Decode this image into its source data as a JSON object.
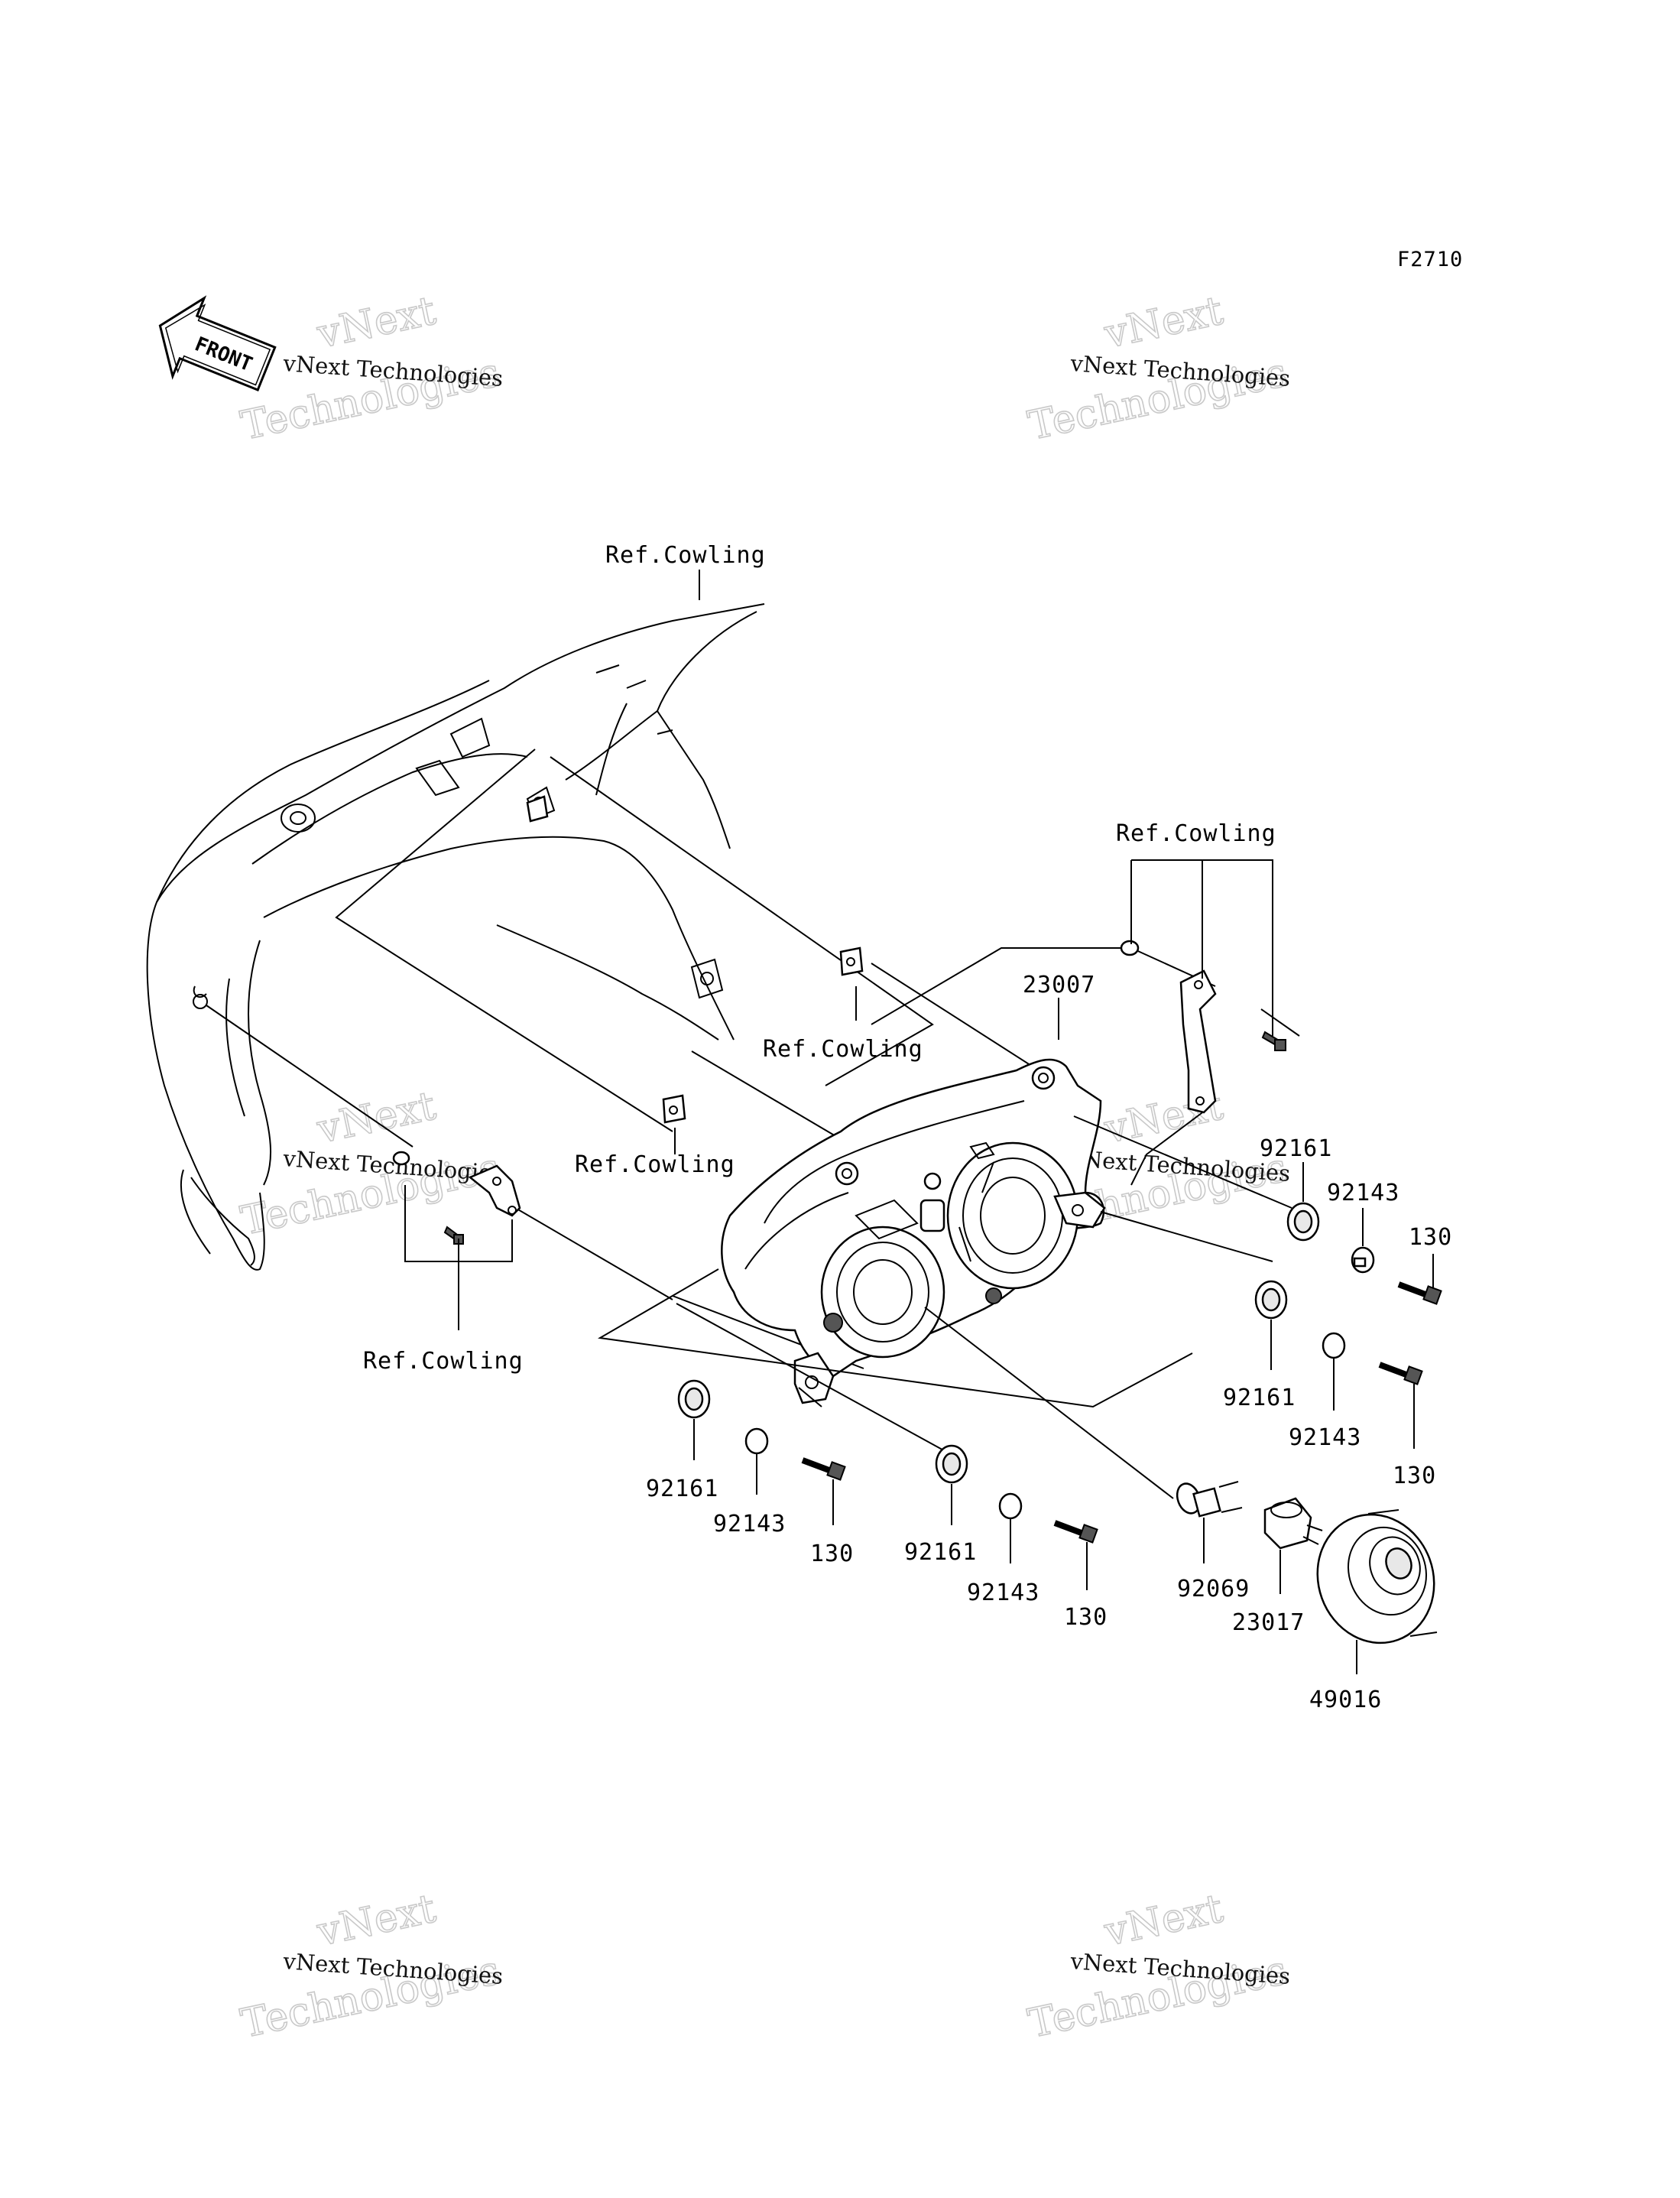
{
  "diagram": {
    "figure_code": "F2710",
    "front_label": "FRONT",
    "watermark": {
      "line1": "vNext",
      "line2": "Technologies",
      "small": "vNext Technologies"
    },
    "callouts": {
      "ref_cowling": "Ref.Cowling",
      "headlight_assy": "23007",
      "damper": "92161",
      "collar": "92143",
      "bolt": "130",
      "bulb": "92069",
      "socket": "23017",
      "cap": "49016"
    }
  }
}
